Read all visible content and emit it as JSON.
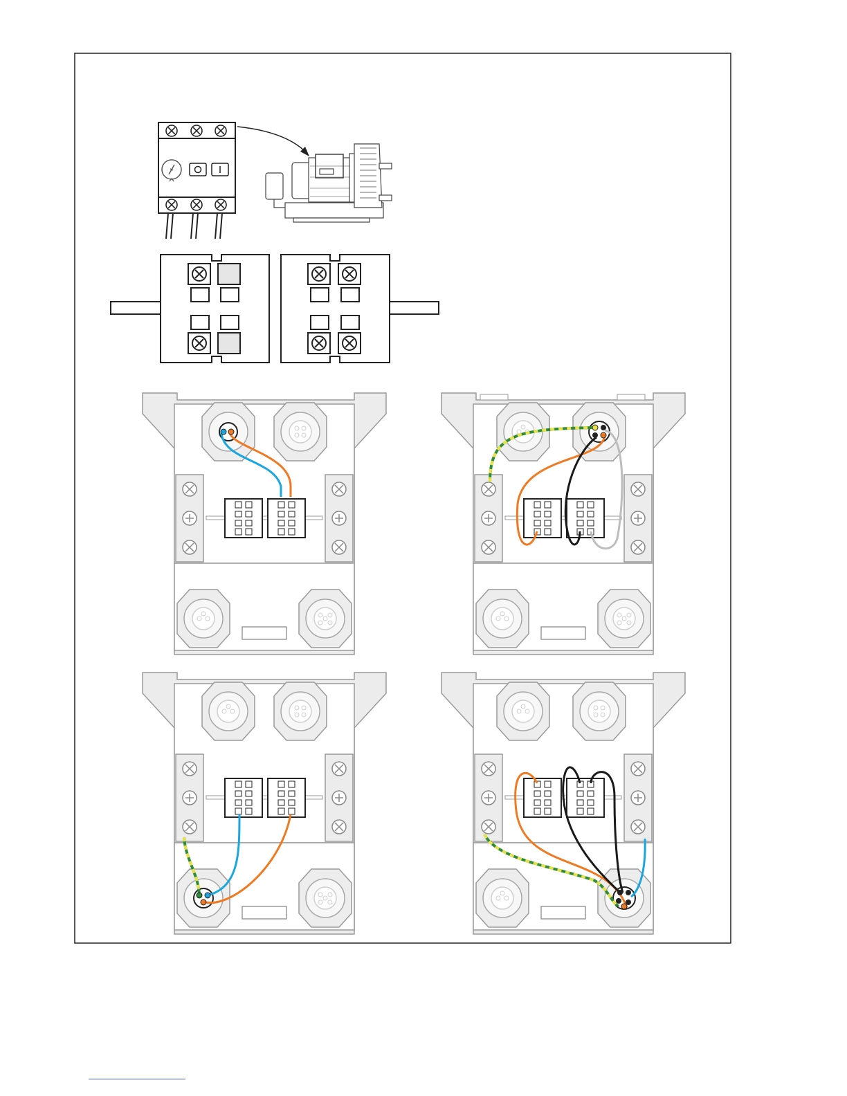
{
  "page": {
    "footer_rule_color": "#3a4fc4"
  },
  "wire_colors": {
    "blue": "#1aa7e0",
    "brown_orange": "#ef7a22",
    "black": "#1a1a1a",
    "grey": "#bdbdbd",
    "earth_green": "#2e8b3a",
    "earth_yellow": "#e8e24a"
  },
  "panels": [
    {
      "id": "single-phase-top-entry",
      "wires": [
        "blue",
        "brown_orange"
      ]
    },
    {
      "id": "three-phase-top-entry",
      "wires": [
        "earth",
        "brown_orange",
        "black",
        "grey"
      ]
    },
    {
      "id": "single-phase-bottom-entry",
      "wires": [
        "earth",
        "blue",
        "brown_orange"
      ]
    },
    {
      "id": "three-phase-bottom-entry",
      "wires": [
        "earth",
        "brown_orange",
        "black",
        "black",
        "blue"
      ]
    }
  ],
  "icons": [
    "motor-protection-switch-icon",
    "blower-motor-icon",
    "terminal-block-icon",
    "cable-gland-icon",
    "earth-terminal-icon"
  ]
}
